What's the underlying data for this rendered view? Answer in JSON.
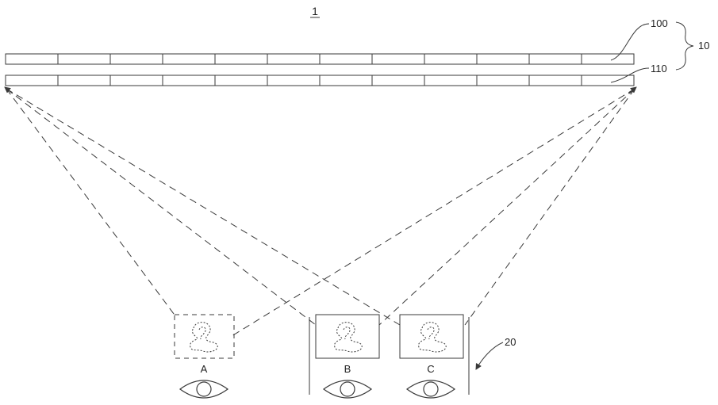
{
  "figure": {
    "number": "1",
    "labels": {
      "layer_top": "100",
      "layer_bottom": "110",
      "panel": "10",
      "viewer_group": "20"
    },
    "viewpoints": [
      {
        "id": "A",
        "frame": "dashed"
      },
      {
        "id": "B",
        "frame": "solid"
      },
      {
        "id": "C",
        "frame": "solid"
      }
    ],
    "panel_segments_per_layer": 12
  },
  "colors": {
    "stroke": "#3a3a3a",
    "text": "#1f1f1f",
    "background": "#ffffff"
  }
}
